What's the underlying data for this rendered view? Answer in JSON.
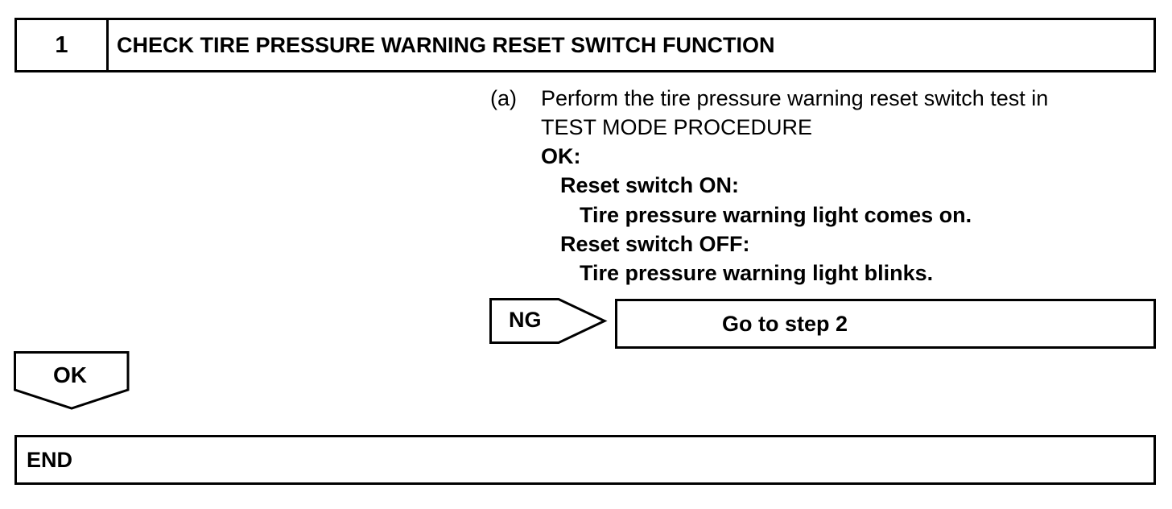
{
  "step": {
    "number": "1",
    "title": "CHECK TIRE PRESSURE WARNING RESET SWITCH FUNCTION"
  },
  "instruction": {
    "marker": "(a)",
    "line1": "Perform the tire pressure warning reset switch test in",
    "line2": "TEST MODE PROCEDURE",
    "ok_heading": "OK:",
    "cond1_label": "Reset switch ON:",
    "cond1_result": "Tire pressure warning light comes on.",
    "cond2_label": "Reset switch OFF:",
    "cond2_result": "Tire pressure warning light blinks."
  },
  "ng_branch": {
    "label": "NG",
    "target": "Go to step 2"
  },
  "ok_branch": {
    "label": "OK"
  },
  "end": {
    "label": "END"
  }
}
